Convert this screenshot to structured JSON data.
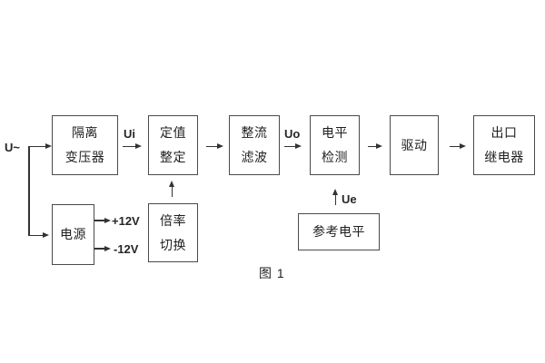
{
  "figure": {
    "caption": "图 1",
    "colors": {
      "background": "#ffffff",
      "line": "#333333",
      "box_border": "#4a4a4a",
      "text": "#1f1f1f"
    }
  },
  "blocks": {
    "isolation_transformer": {
      "label": "隔离\n变压器"
    },
    "setting": {
      "label": "定值\n整定"
    },
    "rectifier_filter": {
      "label": "整流\n滤波"
    },
    "level_detection": {
      "label": "电平\n检测"
    },
    "driver": {
      "label": "驱动"
    },
    "output_relay": {
      "label": "出口\n继电器"
    },
    "power_supply": {
      "label": "电源"
    },
    "ratio_switch": {
      "label": "倍率\n切换"
    },
    "reference_level": {
      "label": "参考电平"
    }
  },
  "signals": {
    "input": "U~",
    "ui": "Ui",
    "uo": "Uo",
    "ue": "Ue",
    "plus12": "+12V",
    "minus12": "-12V"
  }
}
